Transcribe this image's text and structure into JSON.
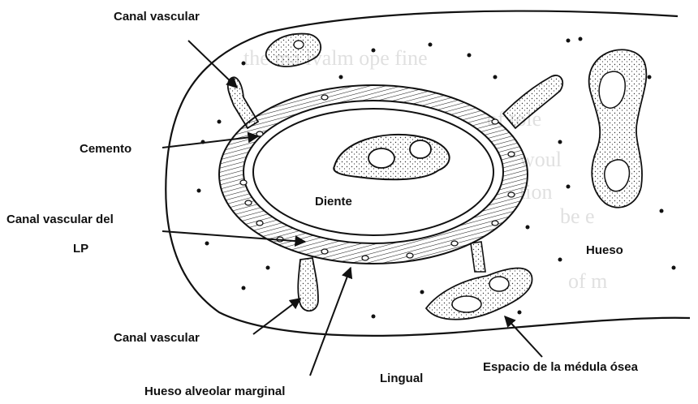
{
  "labels": {
    "canal_vascular_top": "Canal vascular",
    "cemento": "Cemento",
    "canal_vascular_lp_line1": "Canal vascular del",
    "canal_vascular_lp_line2": "LP",
    "canal_vascular_bottom": "Canal vascular",
    "hueso_alveolar_marginal": "Hueso alveolar marginal",
    "diente": "Diente",
    "lingual": "Lingual",
    "hueso": "Hueso",
    "espacio_medula_osea": "Espacio de la médula ósea"
  },
  "colors": {
    "ink": "#111111",
    "stipple": "#444444",
    "background": "#ffffff"
  }
}
